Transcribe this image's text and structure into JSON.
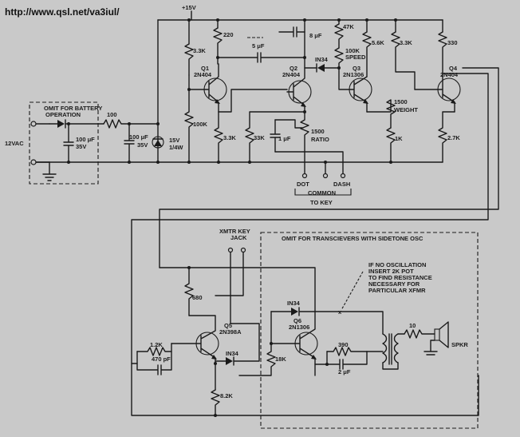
{
  "url": "http://www.qsl.net/va3iul/",
  "supply": {
    "rail": "+15V",
    "input": "12VAC"
  },
  "battery_box": {
    "line1": "OMIT FOR BATTERY",
    "line2": "OPERATION"
  },
  "sidetone_box": {
    "title": "OMIT FOR TRANSCIEVERS WITH SIDETONE OSC"
  },
  "key": {
    "dot": "DOT",
    "dash": "DASH",
    "common": "COMMON",
    "to_key": "TO KEY"
  },
  "xmtr": {
    "line1": "XMTR KEY",
    "line2": "JACK"
  },
  "note": {
    "line1": "IF NO OSCILLATION",
    "line2": "INSERT 2K POT",
    "line3": "TO FIND RESISTANCE",
    "line4": "NECESSARY FOR",
    "line5": "PARTICULAR XFMR"
  },
  "components": {
    "r100": "100",
    "c100_1_a": "100 μF",
    "c100_1_b": "35V",
    "c100_2_a": "100 μF",
    "c100_2_b": "35V",
    "zener_a": "15V",
    "zener_b": "1/4W",
    "r33k_1": "3.3K",
    "r100k": "100K",
    "q1_a": "Q1",
    "q1_b": "2N404",
    "r220": "220",
    "r33k_2": "3.3K",
    "c5": "5 μF",
    "c8": "8 μF",
    "q2_a": "Q2",
    "q2_b": "2N404",
    "r33k_3": "33K",
    "c1": "1 μF",
    "pot1500_ratio_a": "1500",
    "pot1500_ratio_b": "RATIO",
    "r47k": "47K",
    "d_in34_1": "IN34",
    "pot100k_a": "100K",
    "pot100k_b": "SPEED",
    "r56k": "5.6K",
    "r33k_4": "3.3K",
    "q3_a": "Q3",
    "q3_b": "2N1306",
    "pot1500_weight_a": "1500",
    "pot1500_weight_b": "WEIGHT",
    "r1k": "1K",
    "r330": "330",
    "q4_a": "Q4",
    "q4_b": "2N404",
    "r27k": "2.7K",
    "r680": "680",
    "q5_a": "Q5",
    "q5_b": "2N398A",
    "r12k": "1.2K",
    "c470": "470 pF",
    "d_in34_2": "IN34",
    "r82k": "8.2K",
    "d_in34_3": "IN34",
    "q6_a": "Q6",
    "q6_b": "2N1306",
    "r18k": "18K",
    "r390": "390",
    "c2": "2 μF",
    "r10": "10",
    "spkr": "SPKR"
  }
}
